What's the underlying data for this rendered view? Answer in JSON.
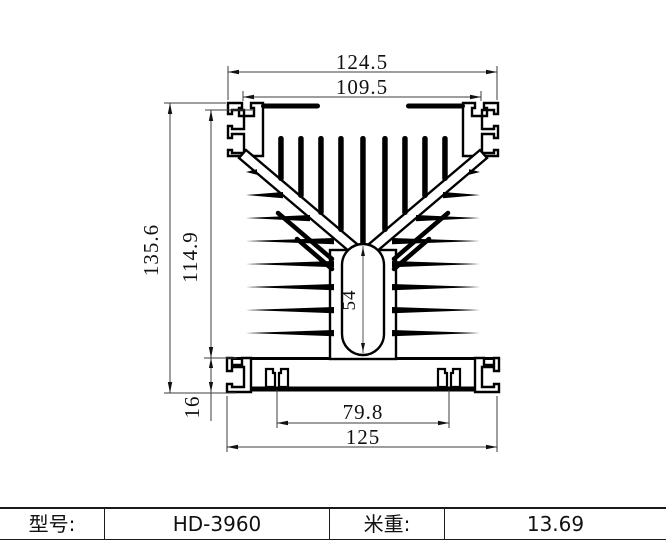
{
  "drawing": {
    "title": "heatsink extrusion profile cross-section",
    "dims": {
      "top_outer": "124.5",
      "top_inner": "109.5",
      "overall_height": "135.6",
      "fin_height": "114.9",
      "base_height": "16",
      "center_slot": "54",
      "bottom_inner": "79.8",
      "bottom_outer": "125"
    }
  },
  "table": {
    "model_label": "型号:",
    "model_value": "HD-3960",
    "weight_label": "米重:",
    "weight_value": "13.69"
  },
  "colors": {
    "outline": "#000000",
    "dim_line": "#3c3c3c",
    "table_border": "#1b1b1b",
    "background": "#ffffff"
  }
}
